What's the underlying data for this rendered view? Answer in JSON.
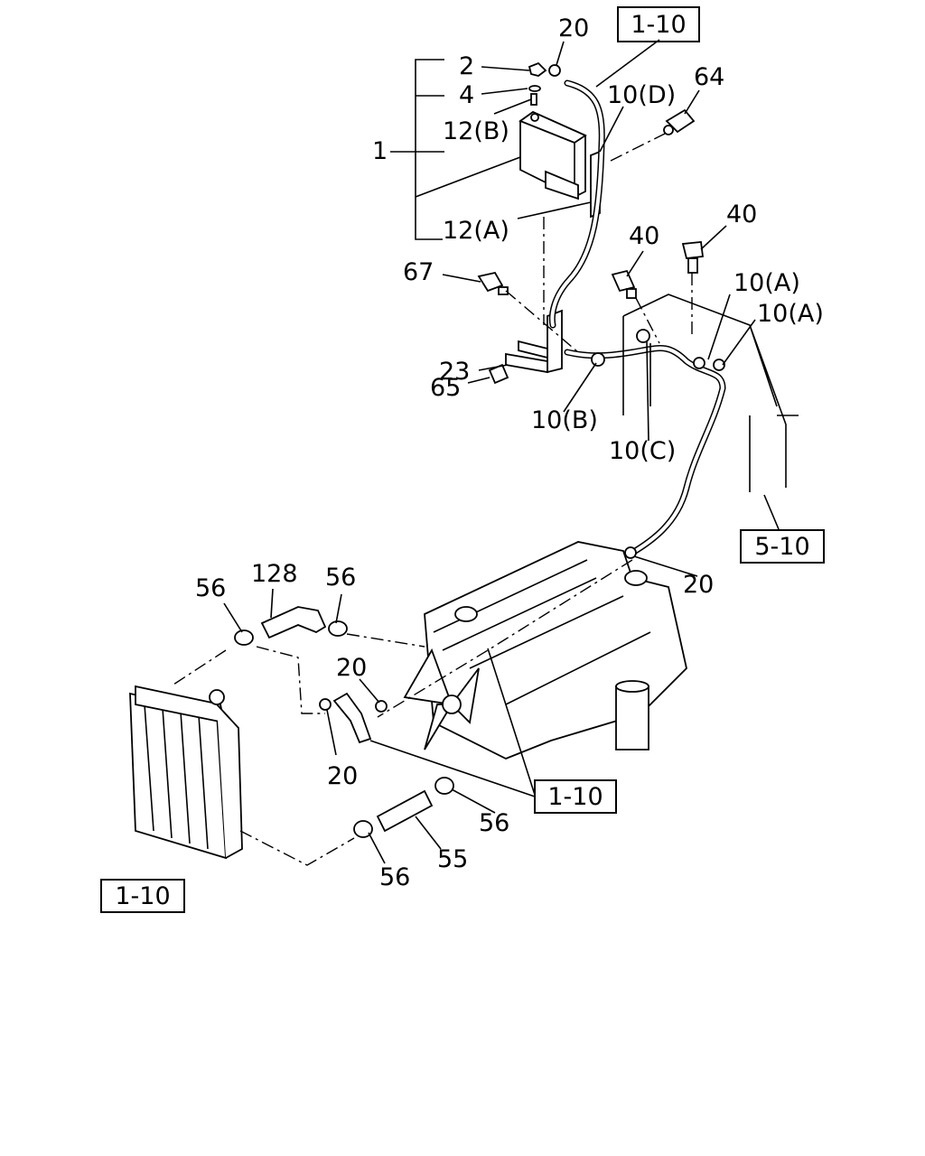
{
  "callouts": {
    "c1": "1",
    "c2": "2",
    "c4": "4",
    "c12b": "12(B)",
    "c12a": "12(A)",
    "c20_top": "20",
    "c10d": "10(D)",
    "c64": "64",
    "c40_a": "40",
    "c40_b": "40",
    "c10a_1": "10(A)",
    "c10a_2": "10(A)",
    "c67": "67",
    "c23": "23",
    "c65": "65",
    "c10b": "10(B)",
    "c10c": "10(C)",
    "c20_right": "20",
    "c56_a": "56",
    "c128": "128",
    "c56_b": "56",
    "c20_mid": "20",
    "c20_low": "20",
    "c56_c": "56",
    "c55": "55",
    "c56_d": "56"
  },
  "refs": {
    "r_top": "1-10",
    "r_right": "5-10",
    "r_mid": "1-10",
    "r_bottom": "1-10"
  }
}
